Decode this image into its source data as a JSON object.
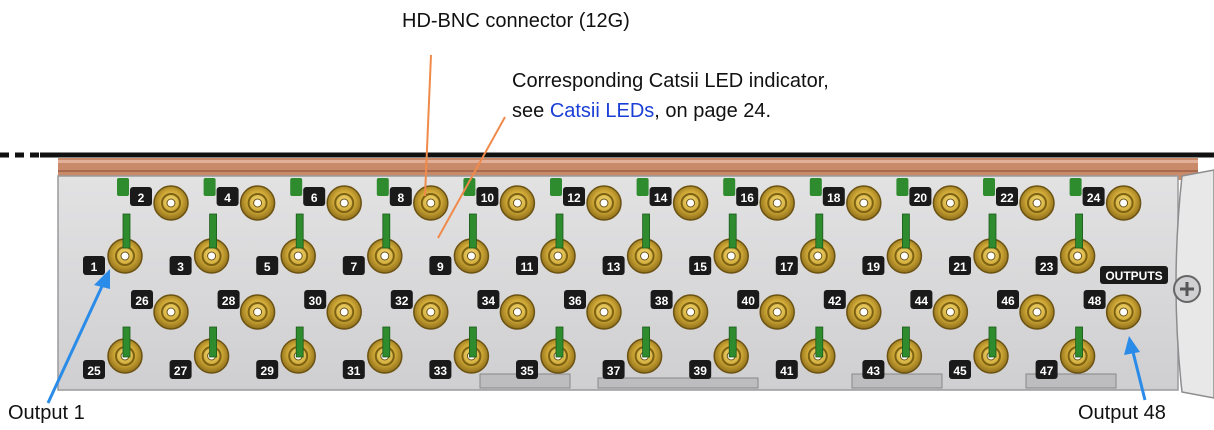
{
  "callouts": {
    "hd_bnc": "HD-BNC connector (12G)",
    "led_line1": "Corresponding Catsii LED indicator,",
    "led_line2_prefix": "see ",
    "led_link": "Catsii LEDs",
    "led_line2_suffix": ", on page 24.",
    "output_first": "Output 1",
    "output_last": "Output 48"
  },
  "panel": {
    "outputs_label": "OUTPUTS",
    "connector_numbers": [
      "1",
      "2",
      "3",
      "4",
      "5",
      "6",
      "7",
      "8",
      "9",
      "10",
      "11",
      "12",
      "13",
      "14",
      "15",
      "16",
      "17",
      "18",
      "19",
      "20",
      "21",
      "22",
      "23",
      "24",
      "25",
      "26",
      "27",
      "28",
      "29",
      "30",
      "31",
      "32",
      "33",
      "34",
      "35",
      "36",
      "37",
      "38",
      "39",
      "40",
      "41",
      "42",
      "43",
      "44",
      "45",
      "46",
      "47",
      "48"
    ]
  },
  "colors": {
    "callout_line": "#f08a4b",
    "arrow": "#2a8ce8",
    "link": "#1a3fd6",
    "connector_gold": "#c9a43a",
    "led_green": "#2e8b2e",
    "panel_grey": "#d9d9da",
    "badge_black": "#1a1a1a"
  }
}
